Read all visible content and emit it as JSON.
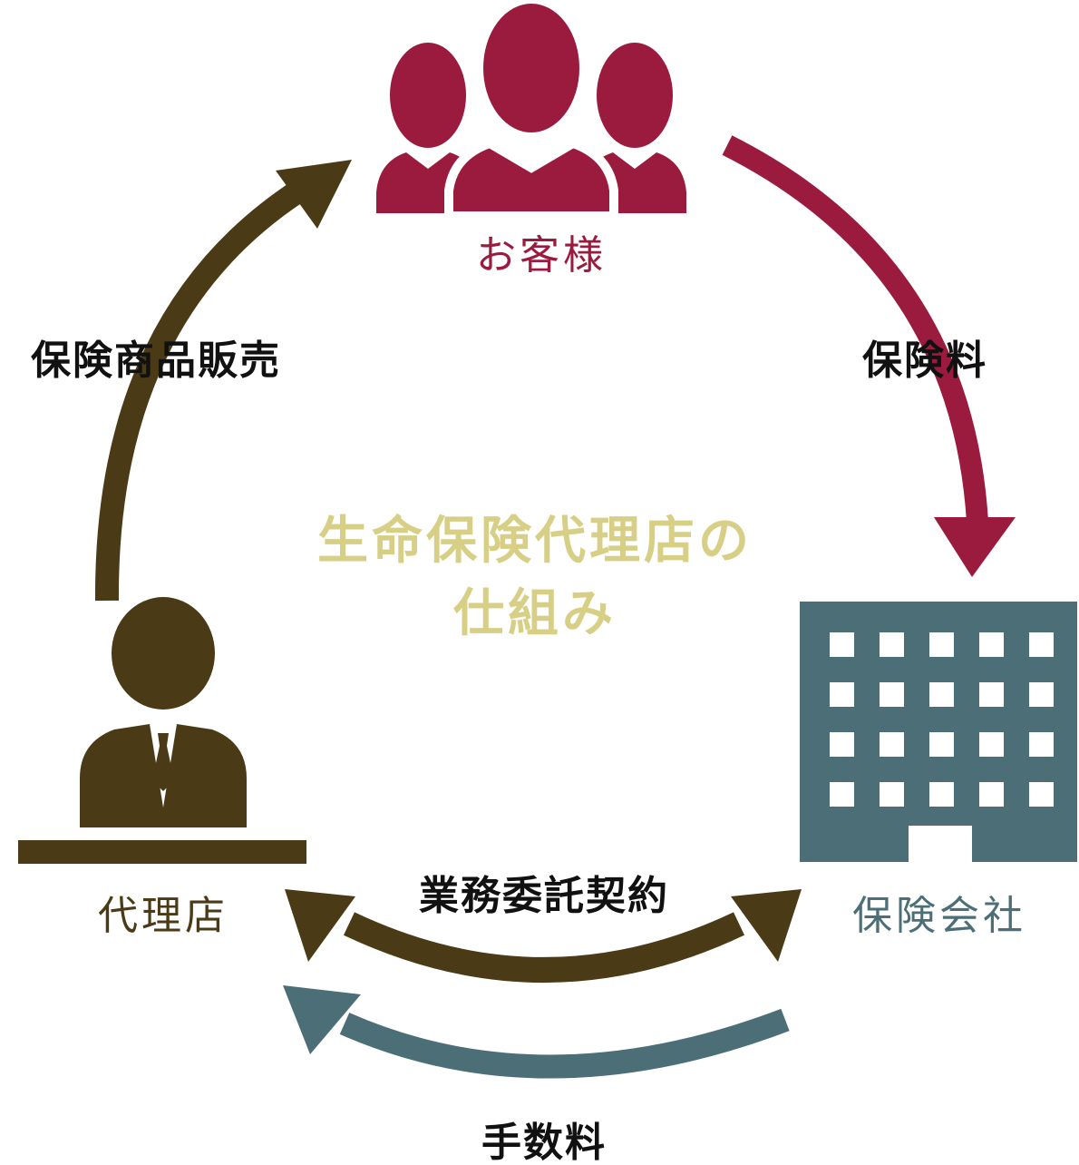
{
  "center_title": {
    "line1": "生命保険代理店の",
    "line2": "仕組み"
  },
  "nodes": {
    "customers": {
      "label": "お客様",
      "icon": "customers-group-icon",
      "color": "#9B1B3E"
    },
    "agency": {
      "label": "代理店",
      "icon": "agent-businessman-icon",
      "color": "#4A3A16"
    },
    "insurer": {
      "label": "保険会社",
      "icon": "office-building-icon",
      "color": "#4B6E77"
    }
  },
  "flows": {
    "sales": {
      "label": "保険商品販売",
      "from": "代理店",
      "to": "お客様",
      "color": "#4A3A16"
    },
    "premium": {
      "label": "保険料",
      "from": "お客様",
      "to": "保険会社",
      "color": "#9B1B3E"
    },
    "contract": {
      "label": "業務委託契約",
      "between": [
        "代理店",
        "保険会社"
      ],
      "color": "#4A3A16"
    },
    "commission": {
      "label": "手数料",
      "from": "保険会社",
      "to": "代理店",
      "color": "#4B6E77"
    }
  },
  "colors": {
    "center_title": "#D8CF86",
    "flow_label": "#111111"
  }
}
